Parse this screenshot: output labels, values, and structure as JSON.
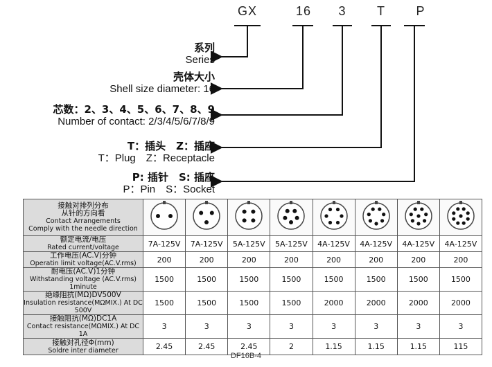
{
  "model_code": {
    "parts": [
      "GX",
      "16",
      "3",
      "T",
      "P"
    ]
  },
  "labels": {
    "series": {
      "zh": "系列",
      "en": "Series"
    },
    "shell": {
      "zh": "壳体大小",
      "en": "Shell size diameter: 16"
    },
    "contacts": {
      "zh": "芯数：2、3、4、5、6、7、8、9",
      "en": "Number of contact: 2/3/4/5/6/7/8/9"
    },
    "plug": {
      "zh": "T：插头　Z：插座",
      "en": "T：Plug　Z：Receptacle"
    },
    "pin": {
      "zh": "P: 插针　S: 插座",
      "en": "P：Pin　S：Socket"
    }
  },
  "table": {
    "rows": [
      {
        "zh": "接触对排列分布\n从针的方向看",
        "en": "Contact Arrangements\nComply with the needle direction",
        "values": [
          "",
          "",
          "",
          "",
          "",
          "",
          "",
          ""
        ]
      },
      {
        "zh": "额定电流/电压",
        "en": "Rated current/voltage",
        "values": [
          "7A-125V",
          "7A-125V",
          "5A-125V",
          "5A-125V",
          "4A-125V",
          "4A-125V",
          "4A-125V",
          "4A-125V"
        ]
      },
      {
        "zh": "工作电压(AC.V)分钟",
        "en": "Operatin limit voltage(AC.V.rms)",
        "values": [
          "200",
          "200",
          "200",
          "200",
          "200",
          "200",
          "200",
          "200"
        ]
      },
      {
        "zh": "耐电压(AC.V)1分钟",
        "en": "Withstanding voltage (AC.V.rms) 1minute",
        "values": [
          "1500",
          "1500",
          "1500",
          "1500",
          "1500",
          "1500",
          "1500",
          "1500"
        ]
      },
      {
        "zh": "绝缘阻抗(MΩ)DV500V",
        "en": "Insulation resistance(MΩMIX.) At DC 500V",
        "values": [
          "1500",
          "1500",
          "1500",
          "1500",
          "2000",
          "2000",
          "2000",
          "2000"
        ]
      },
      {
        "zh": "接触阻抗(MΩ)DC1A",
        "en": "Contact resistance(MΩMIX.) At DC 1A",
        "values": [
          "3",
          "3",
          "3",
          "3",
          "3",
          "3",
          "3",
          "3"
        ]
      },
      {
        "zh": "接触对孔径Φ(mm)",
        "en": "Soldre inter diameter",
        "values": [
          "2.45",
          "2.45",
          "2.45",
          "2",
          "1.15",
          "1.15",
          "1.15",
          "115"
        ]
      }
    ],
    "pin_counts": [
      2,
      3,
      4,
      5,
      6,
      7,
      8,
      9
    ]
  },
  "caption": "DF16B-4"
}
